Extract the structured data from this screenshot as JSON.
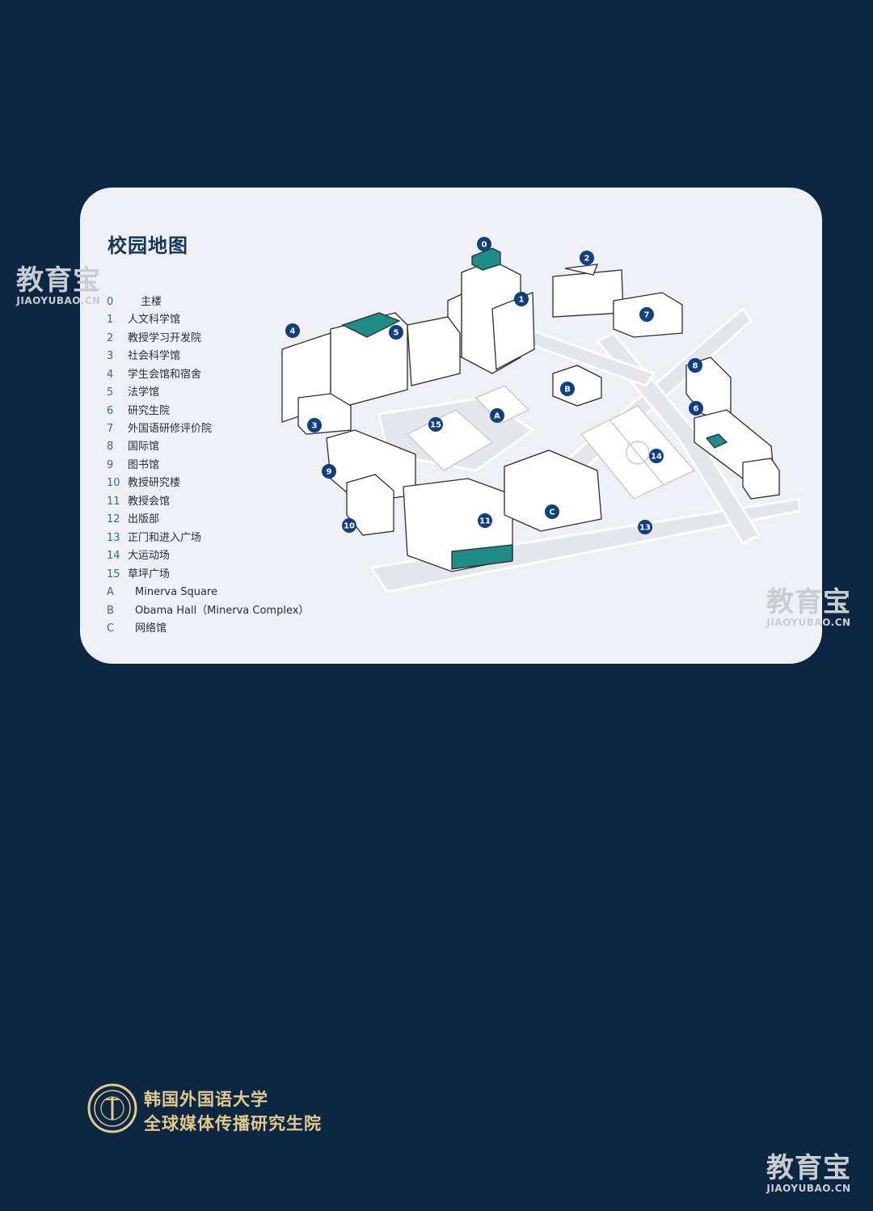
{
  "map": {
    "title": "校园地图",
    "legend": [
      {
        "key": "0",
        "label": "主楼"
      },
      {
        "key": "1",
        "label": "人文科学馆"
      },
      {
        "key": "2",
        "label": "教授学习开发院"
      },
      {
        "key": "3",
        "label": "社会科学馆"
      },
      {
        "key": "4",
        "label": "学生会馆和宿舍"
      },
      {
        "key": "5",
        "label": "法学馆"
      },
      {
        "key": "6",
        "label": "研究生院"
      },
      {
        "key": "7",
        "label": "外国语研修评价院"
      },
      {
        "key": "8",
        "label": "国际馆"
      },
      {
        "key": "9",
        "label": "图书馆"
      },
      {
        "key": "10",
        "label": "教授研究楼"
      },
      {
        "key": "11",
        "label": "教授会馆"
      },
      {
        "key": "12",
        "label": "出版部"
      },
      {
        "key": "13",
        "label": "正门和进入广场"
      },
      {
        "key": "14",
        "label": "大运动场"
      },
      {
        "key": "15",
        "label": "草坪广场"
      },
      {
        "key": "A",
        "label": "Minerva Square"
      },
      {
        "key": "B",
        "label": "Obama Hall（Minerva Complex）"
      },
      {
        "key": "C",
        "label": "网络馆"
      }
    ],
    "markers": [
      "0",
      "1",
      "2",
      "3",
      "4",
      "5",
      "6",
      "7",
      "8",
      "9",
      "10",
      "11",
      "13",
      "14",
      "15",
      "A",
      "B",
      "C"
    ]
  },
  "watermark": {
    "cn": "教育宝",
    "en": "JIAOYUBAO.CN"
  },
  "footer": {
    "line1": "韩国外国语大学",
    "line2": "全球媒体传播研究生院"
  },
  "colors": {
    "background": "#0b2742",
    "card": "#eff0f4",
    "marker": "#123f7e",
    "accent_teal": "#1f8c87",
    "footer_gold": "#e3c98c"
  }
}
